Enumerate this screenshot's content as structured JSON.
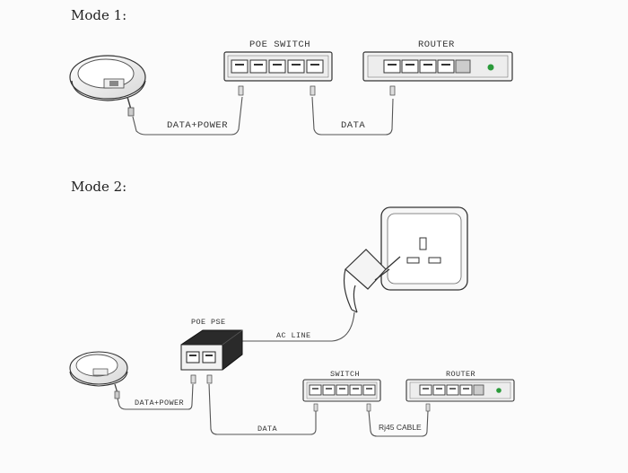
{
  "mode1": {
    "title": "Mode 1:",
    "poe_switch_label": "POE SWITCH",
    "router_label": "ROUTER",
    "cable1_label": "DATA+POWER",
    "cable2_label": "DATA"
  },
  "mode2": {
    "title": "Mode 2:",
    "poe_pse_label": "POE PSE",
    "ac_line_label": "AC LINE",
    "switch_label": "SWITCH",
    "router_label": "ROUTER",
    "cable1_label": "DATA+POWER",
    "cable2_label": "DATA",
    "cable3_label": "Rj45 CABLE"
  }
}
